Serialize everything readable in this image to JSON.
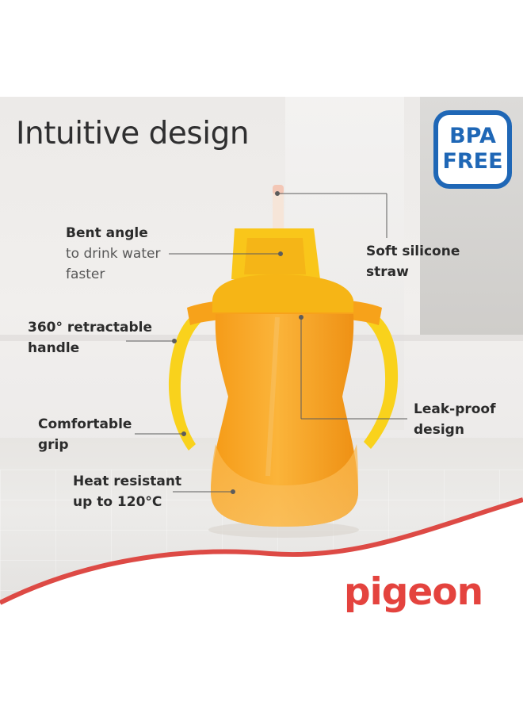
{
  "headline": "Intuitive design",
  "badge": {
    "line1": "BPA",
    "line2": "FREE",
    "color": "#1f67b6"
  },
  "callouts": {
    "bent_angle": {
      "title": "Bent angle",
      "line2": "to drink water",
      "line3": "faster"
    },
    "straw": {
      "line1": "Soft silicone",
      "line2": "straw"
    },
    "handle": {
      "line1": "360° retractable",
      "line2": "handle"
    },
    "grip": {
      "line1": "Comfortable",
      "line2": "grip"
    },
    "leak": {
      "line1": "Leak-proof",
      "line2": "design"
    },
    "heat": {
      "line1": "Heat resistant",
      "line2": "up to 120°C"
    }
  },
  "brand": {
    "name": "pigeon",
    "color": "#e4433e"
  },
  "cup": {
    "body_color": "#f7a21a",
    "handle_color": "#f9d21c",
    "lid_color": "#f6b516"
  }
}
